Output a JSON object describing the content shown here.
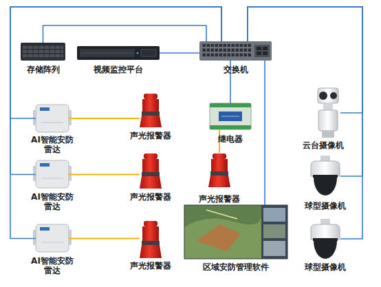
{
  "diagram": {
    "nodes": [
      {
        "text": [
          "存储阵列"
        ]
      },
      {
        "text": [
          "视频监控平台"
        ]
      },
      {
        "text": [
          "交换机"
        ]
      },
      {
        "text": [
          "AI智能安防 雷达"
        ]
      },
      {
        "text": [
          "声光报警器"
        ]
      },
      {
        "text": [
          "继电器"
        ]
      },
      {
        "text": [
          "云台摄像机"
        ]
      },
      {
        "text": [
          "AI智能安防 雷达"
        ]
      },
      {
        "text": [
          "声光报警器"
        ]
      },
      {
        "text": [
          "声光报警器"
        ]
      },
      {
        "text": [
          "球型摄像机"
        ]
      },
      {
        "text": [
          "AI智能安防 雷达"
        ]
      },
      {
        "text": [
          "声光报警器"
        ]
      },
      {
        "text": [
          "区域安防管理软件"
        ]
      },
      {
        "text": [
          "球型摄像机"
        ]
      }
    ],
    "edges": [
      {
        "from": 2,
        "to": 0,
        "arrow": "none"
      },
      {
        "from": 2,
        "to": 1,
        "arrow": "none"
      },
      {
        "from": 2,
        "to": 3,
        "arrow": "none"
      },
      {
        "from": 2,
        "to": 7,
        "arrow": "none"
      },
      {
        "from": 2,
        "to": 11,
        "arrow": "none"
      },
      {
        "from": 2,
        "to": 5,
        "arrow": "none"
      },
      {
        "from": 2,
        "to": 13,
        "arrow": "none"
      },
      {
        "from": 2,
        "to": 6,
        "arrow": "none"
      },
      {
        "from": 2,
        "to": 10,
        "arrow": "none"
      },
      {
        "from": 2,
        "to": 14,
        "arrow": "none"
      },
      {
        "from": 3,
        "to": 4,
        "arrow": "none"
      },
      {
        "from": 7,
        "to": 8,
        "arrow": "none"
      },
      {
        "from": 11,
        "to": 12,
        "arrow": "none"
      },
      {
        "from": 5,
        "to": 9,
        "arrow": "none"
      }
    ]
  }
}
